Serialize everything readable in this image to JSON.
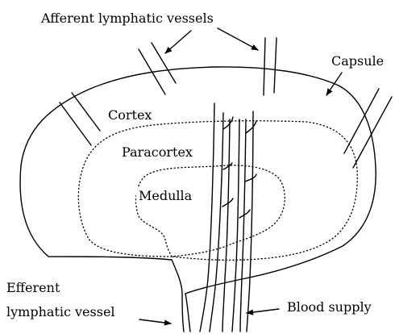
{
  "labels": {
    "afferent": "Afferent lymphatic vessels",
    "capsule": "Capsule",
    "cortex": "Cortex",
    "paracortex": "Paracortex",
    "medulla": "Medulla",
    "efferent_line1": "Efferent",
    "efferent_line2": "lymphatic vessel",
    "blood_supply": "Blood supply"
  }
}
